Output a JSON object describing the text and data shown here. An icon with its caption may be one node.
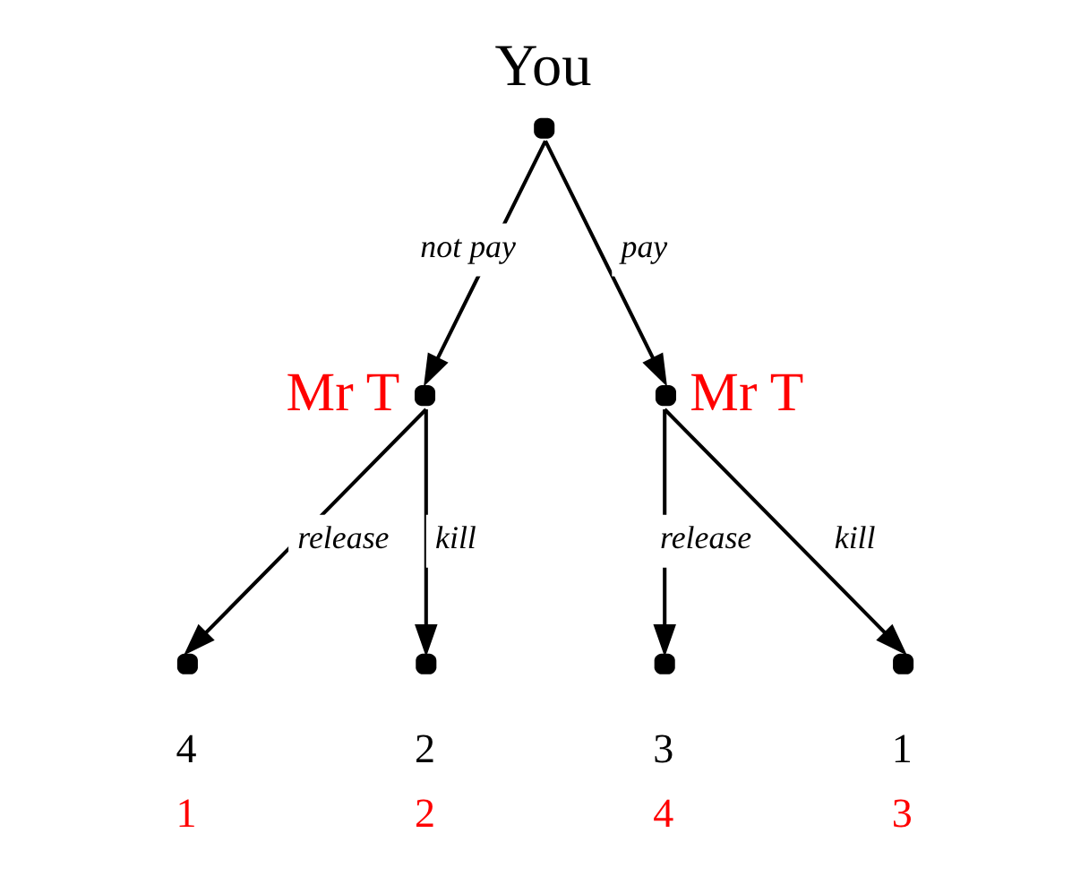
{
  "diagram": {
    "nodes": [
      {
        "text": [
          "You"
        ]
      },
      {
        "text": [
          "Mr T"
        ]
      },
      {
        "text": [
          "Mr T"
        ]
      },
      {
        "text": [
          "4",
          "1"
        ]
      },
      {
        "text": [
          "2",
          "2"
        ]
      },
      {
        "text": [
          "3",
          "4"
        ]
      },
      {
        "text": [
          "1",
          "3"
        ]
      }
    ],
    "edges": [
      {
        "from": 0,
        "to": 1,
        "arrow": "to",
        "label": "not pay"
      },
      {
        "from": 0,
        "to": 2,
        "arrow": "to",
        "label": "pay"
      },
      {
        "from": 1,
        "to": 3,
        "arrow": "to",
        "label": "release"
      },
      {
        "from": 1,
        "to": 4,
        "arrow": "to",
        "label": "kill"
      },
      {
        "from": 2,
        "to": 5,
        "arrow": "to",
        "label": "release"
      },
      {
        "from": 2,
        "to": 6,
        "arrow": "to",
        "label": "kill"
      }
    ]
  }
}
